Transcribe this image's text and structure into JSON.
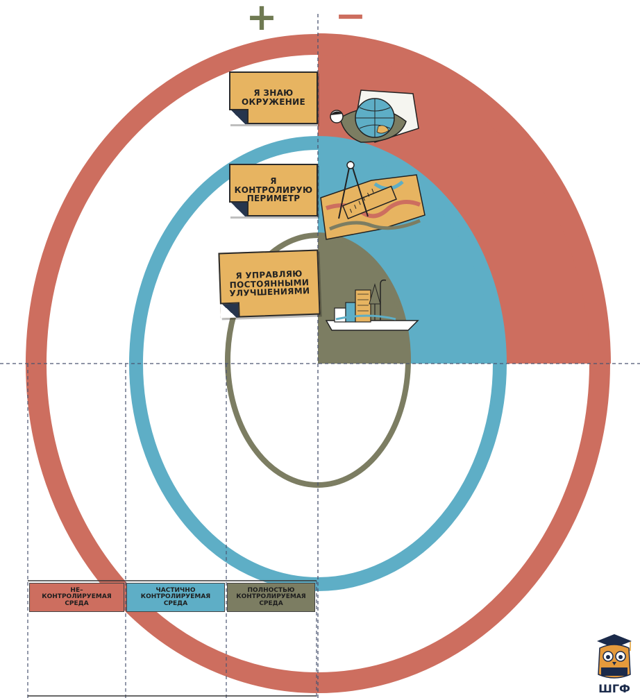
{
  "signs": {
    "plus": "+",
    "minus": "−"
  },
  "notes": {
    "outer": "Я ЗНАЮ ОКРУЖЕНИЕ",
    "middle": "Я КОНТРОЛИРУЮ ПЕРИМЕТР",
    "inner": "Я УПРАВЛЯЮ ПОСТОЯННЫМИ УЛУЧШЕНИЯМИ"
  },
  "legend": [
    {
      "label": "НЕ–КОНТРОЛИРУЕМАЯ СРЕДА",
      "color": "#cd6e5f"
    },
    {
      "label": "ЧАСТИЧНО КОНТРОЛИРУЕМАЯ СРЕДА",
      "color": "#5eaec6"
    },
    {
      "label": "ПОЛНОСТЬЮ КОНТРОЛИРУЕМАЯ СРЕДА",
      "color": "#7c7d62"
    }
  ],
  "colors": {
    "red": "#cd6e5f",
    "blue": "#5eaec6",
    "olive": "#7c7d62",
    "note": "#e7b461",
    "plus": "#6f7a52",
    "minus": "#cd6e5f",
    "dash": "#4a5470"
  },
  "icons": [
    "globe-icon",
    "map-compass-icon",
    "factory-icon",
    "owl-logo-icon"
  ],
  "logo": {
    "text": "ШГФ"
  }
}
